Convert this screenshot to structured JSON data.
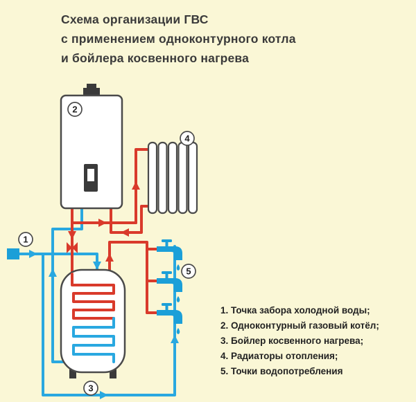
{
  "title": {
    "lines": [
      "Схема организации ГВС",
      "с применением одноконтурного котла",
      "и бойлера косвенного нагрева"
    ]
  },
  "legend": {
    "items": [
      "1. Точка забора холодной воды;",
      "2. Одноконтурный газовый котёл;",
      "3. Бойлер косвенного нагрева;",
      "4. Радиаторы отопления;",
      "5. Точки водопотребления"
    ]
  },
  "badges": {
    "b1": "1",
    "b2": "2",
    "b3": "3",
    "b4": "4",
    "b5": "5"
  },
  "colors": {
    "background": "#faf7d6",
    "pipe_hot": "#d93a2b",
    "pipe_cold": "#29a8e0",
    "outline": "#4a4a4a",
    "water": "#1b9fd8"
  }
}
